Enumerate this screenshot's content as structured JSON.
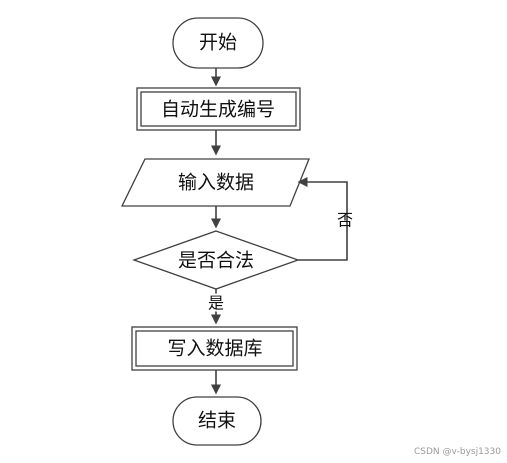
{
  "nodes": {
    "start": "开始",
    "generate_id": "自动生成编号",
    "input_data": "输入数据",
    "valid_check": "是否合法",
    "write_db": "写入数据库",
    "end": "结束"
  },
  "edges": {
    "no_label": "否",
    "yes_label": "是"
  },
  "watermark": "CSDN @v-bysj1330",
  "colors": {
    "stroke": "#404040",
    "text": "#111111",
    "background": "#ffffff"
  }
}
